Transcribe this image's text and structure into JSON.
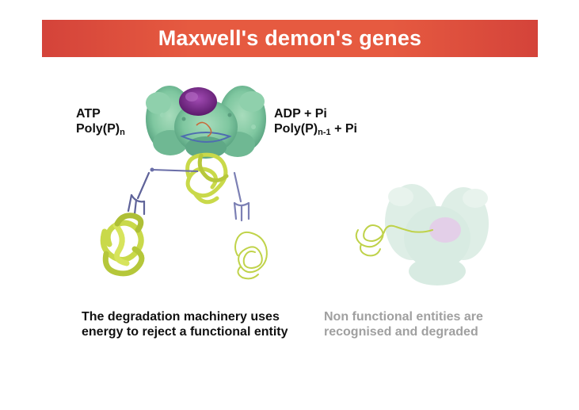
{
  "title": "Maxwell's demon's genes",
  "left_reaction": {
    "line1": "ATP",
    "line2_base": "Poly(P)",
    "line2_sub": "n"
  },
  "right_reaction": {
    "line1": "ADP + Pi",
    "line2_base": "Poly(P)",
    "line2_sub": "n-1",
    "line2_suffix": " + Pi"
  },
  "captions": {
    "left_line1": "The degradation machinery uses",
    "left_line2": "energy to reject a functional entity",
    "right_line1": "Non functional entities are",
    "right_line2": "recognised and degraded"
  },
  "colors": {
    "title_bar": "#e65a40",
    "protease_green": "#7fc7a0",
    "protease_dark": "#4f9a78",
    "active_site_purple": "#7b2a8c",
    "folded_protein": "#c9d94a",
    "fork": "#6a6ea8",
    "caption_grey": "#a0a0a0"
  },
  "icons": {
    "protease": "protease-complex-illustration",
    "fork": "trident-fork-icon",
    "folded": "folded-protein-ribbon",
    "unfolded": "unfolded-protein-strand"
  }
}
